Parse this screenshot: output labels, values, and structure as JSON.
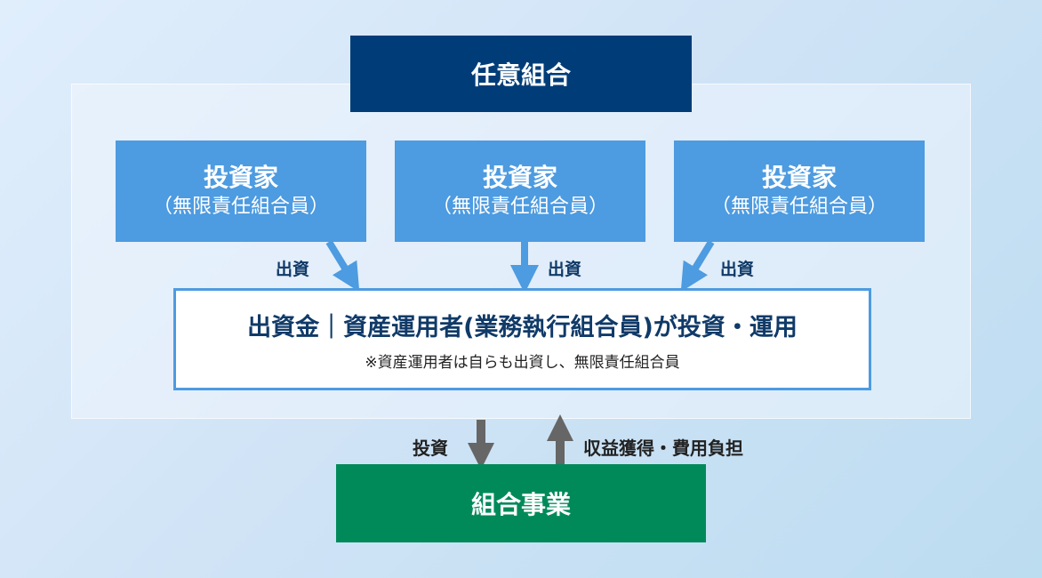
{
  "union": {
    "title": "任意組合"
  },
  "investors": [
    {
      "title": "投資家",
      "subtitle": "（無限責任組合員）"
    },
    {
      "title": "投資家",
      "subtitle": "（無限責任組合員）"
    },
    {
      "title": "投資家",
      "subtitle": "（無限責任組合員）"
    }
  ],
  "arrow_labels": {
    "contribution": "出資",
    "invest": "投資",
    "return": "収益獲得・費用負担"
  },
  "fund": {
    "main": "出資金｜資産運用者(業務執行組合員)が投資・運用",
    "note": "※資産運用者は自らも出資し、無限責任組合員"
  },
  "business": {
    "title": "組合事業"
  },
  "colors": {
    "navy": "#003d78",
    "blue": "#4d9be0",
    "green": "#008a5a",
    "gray": "#666666"
  }
}
